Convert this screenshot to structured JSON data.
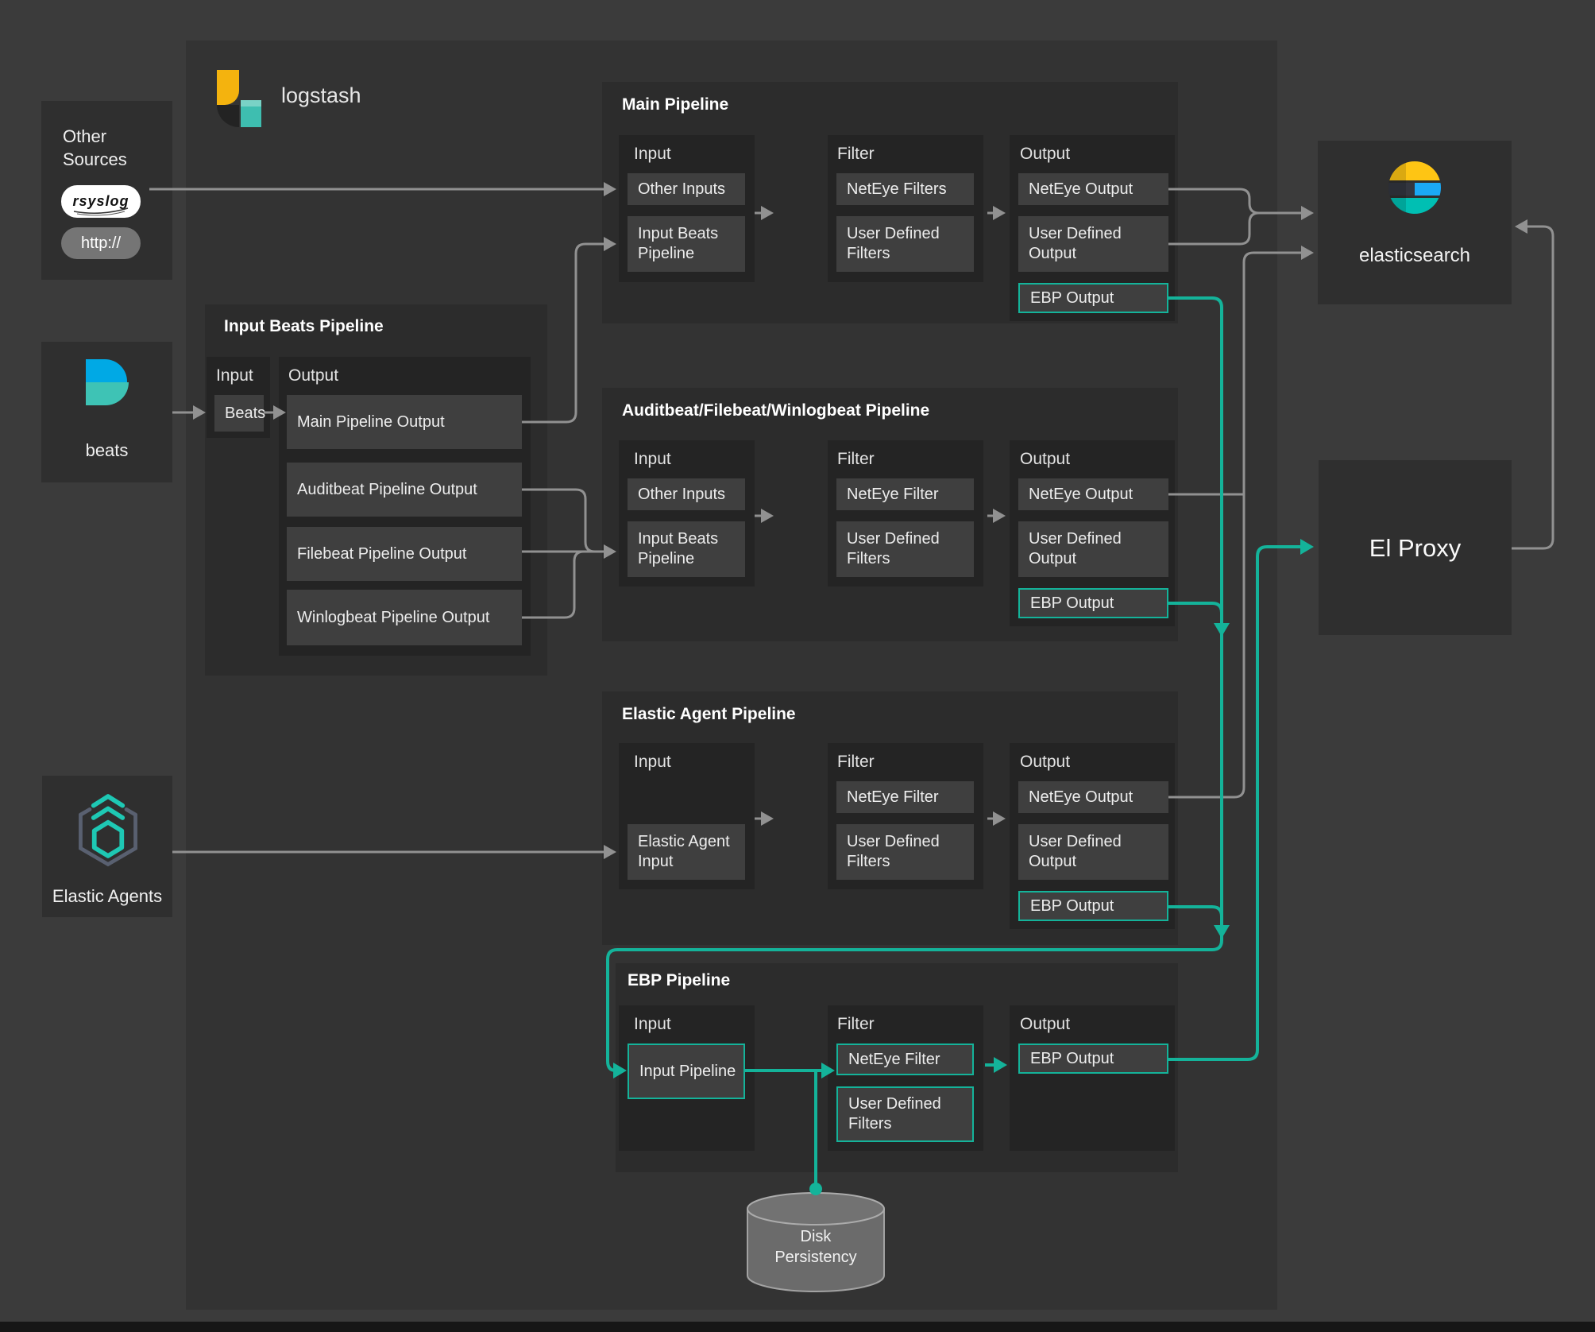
{
  "colors": {
    "background": "#3b3b3b",
    "container": "#333333",
    "panel": "#2c2c2c",
    "column": "#242424",
    "item": "#3f3f3f",
    "accent_teal": "#14b39a",
    "wire_gray": "#919191",
    "logo_yellow": "#fec514",
    "logo_blue": "#1ba9f5",
    "logo_teal": "#00bfb3"
  },
  "headers": {
    "input": "Input",
    "filter": "Filter",
    "output": "Output"
  },
  "left": {
    "other_sources": {
      "title": "Other Sources",
      "rsyslog_label": "rsyslog",
      "http_label": "http://"
    },
    "beats": {
      "label": "beats",
      "icon": "beats-logo"
    },
    "elastic_agents": {
      "label": "Elastic Agents",
      "icon": "elastic-agent-logo"
    }
  },
  "logstash": {
    "label": "logstash",
    "icon": "logstash-logo"
  },
  "right": {
    "elasticsearch": {
      "label": "elasticsearch",
      "icon": "elasticsearch-logo"
    },
    "el_proxy": {
      "label": "El Proxy"
    }
  },
  "pipelines": {
    "input_beats": {
      "title": "Input Beats Pipeline",
      "inputs": [
        "Beats"
      ],
      "outputs": [
        "Main Pipeline Output",
        "Auditbeat Pipeline Output",
        "Filebeat Pipeline Output",
        "Winlogbeat Pipeline Output"
      ]
    },
    "main": {
      "title": "Main Pipeline",
      "inputs": [
        "Other Inputs",
        "Input Beats Pipeline"
      ],
      "filters": [
        "NetEye Filters",
        "User Defined Filters"
      ],
      "outputs": [
        "NetEye Output",
        "User Defined Output",
        "EBP Output"
      ]
    },
    "beats_group": {
      "title": "Auditbeat/Filebeat/Winlogbeat Pipeline",
      "inputs": [
        "Other Inputs",
        "Input Beats Pipeline"
      ],
      "filters": [
        "NetEye Filter",
        "User Defined Filters"
      ],
      "outputs": [
        "NetEye Output",
        "User Defined Output",
        "EBP Output"
      ]
    },
    "elastic_agent": {
      "title": "Elastic Agent Pipeline",
      "inputs": [
        "Elastic Agent Input"
      ],
      "filters": [
        "NetEye Filter",
        "User Defined Filters"
      ],
      "outputs": [
        "NetEye Output",
        "User Defined Output",
        "EBP Output"
      ]
    },
    "ebp": {
      "title": "EBP Pipeline",
      "inputs": [
        "Input Pipeline"
      ],
      "filters": [
        "NetEye Filter",
        "User Defined Filters"
      ],
      "outputs": [
        "EBP Output"
      ]
    }
  },
  "disk": {
    "line1": "Disk",
    "line2": "Persistency"
  }
}
